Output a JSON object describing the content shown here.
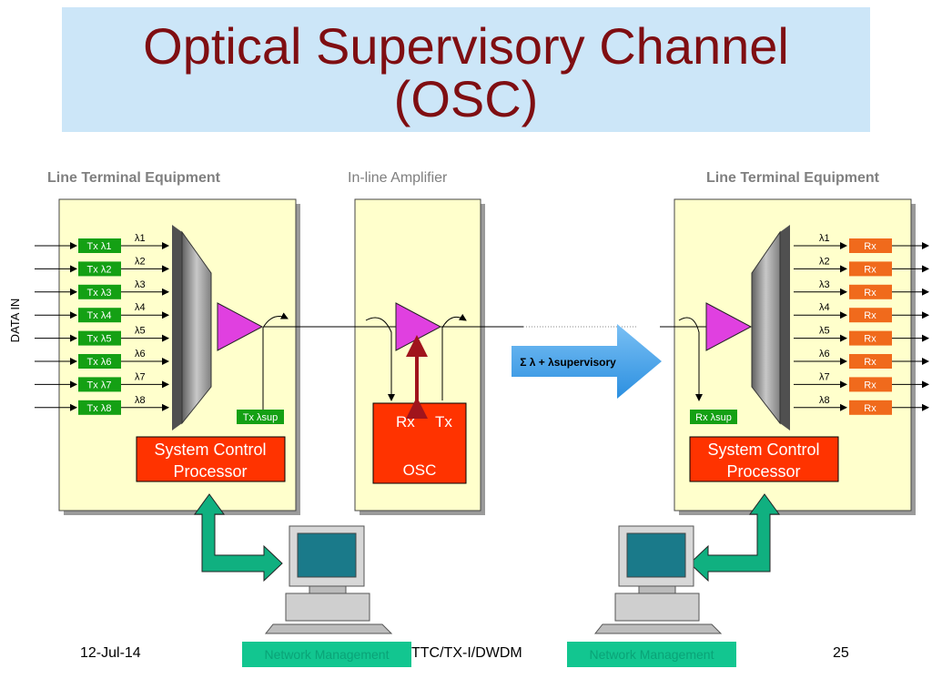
{
  "title": {
    "line1": "Optical Supervisory Channel",
    "line2": "(OSC)"
  },
  "headers": {
    "left": "Line Terminal Equipment",
    "middle": "In-line Amplifier",
    "right": "Line Terminal Equipment"
  },
  "data_in": "DATA IN",
  "tx_labels": [
    "Tx λ1",
    "Tx λ2",
    "Tx λ3",
    "Tx λ4",
    "Tx λ5",
    "Tx λ6",
    "Tx λ7",
    "Tx λ8"
  ],
  "rx_label": "Rx",
  "lambda_labels": [
    "λ1",
    "λ2",
    "λ3",
    "λ4",
    "λ5",
    "λ6",
    "λ7",
    "λ8"
  ],
  "tx_sup": "Tx λsup",
  "rx_sup": "Rx λsup",
  "scp": {
    "line1": "System Control",
    "line2": "Processor"
  },
  "osc": {
    "rx": "Rx",
    "tx": "Tx",
    "name": "OSC"
  },
  "signal_arrow": "Σ λ + λsupervisory",
  "network_management": "Network Management",
  "footer": {
    "date": "12-Jul-14",
    "course": "TTC/TX-I/DWDM",
    "page": "25"
  },
  "colors": {
    "title": "#7f0e12",
    "title_bg": "#cce6f8",
    "panel": "#ffffcc",
    "tx_green": "#14a014",
    "rx_orange": "#f06a1c",
    "scp_red": "#ff3300",
    "amp_magenta": "#e040e0",
    "arrow_blue": "#2b8fe0",
    "nm_green": "#12c690"
  }
}
